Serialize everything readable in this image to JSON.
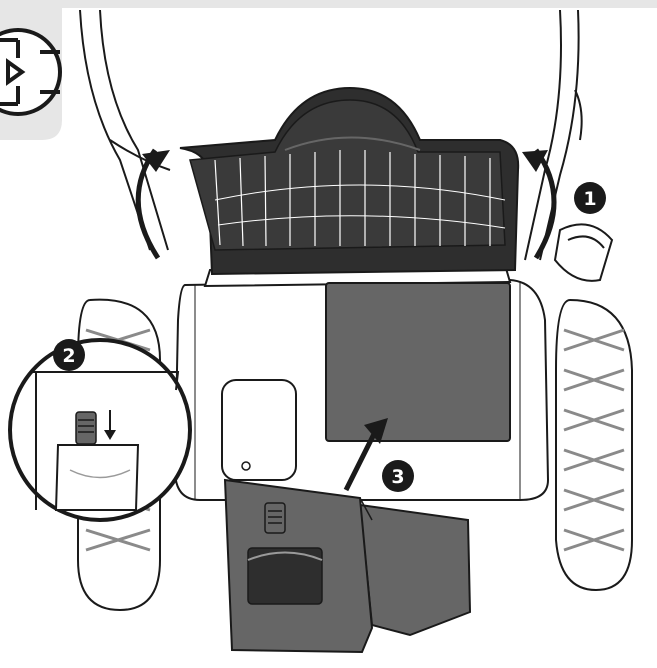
{
  "steps": [
    {
      "number": "1",
      "action": "rotate-handle-backwards"
    },
    {
      "number": "2",
      "action": "press-latch-down"
    },
    {
      "number": "3",
      "action": "insert-mulching-plug"
    }
  ],
  "icons": {
    "corner_badge": "mulching-symbol-icon",
    "detail_arrow": "arrow-down-icon",
    "step_arrows": "curved-arrow-icon"
  },
  "colors": {
    "background": "#ffffff",
    "outline": "#1a1a1a",
    "part_fill": "#666666",
    "dark_fill": "#2e2e2e",
    "light_gray": "#9a9a9a",
    "badge_gray": "#e6e6e6",
    "badge_fill": "#1a1a1a"
  }
}
